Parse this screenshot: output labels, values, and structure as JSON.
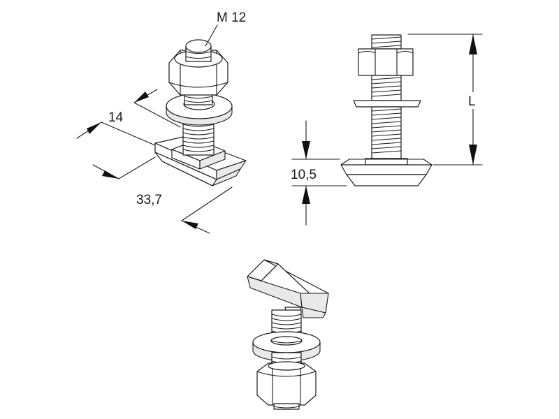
{
  "dimensions": {
    "thread": "M 12",
    "width": "14",
    "length": "33,7",
    "head_height": "10,5",
    "bolt_length": "L"
  },
  "views": {
    "isometric_top": "isometric-view-top",
    "side": "side-view",
    "isometric_bottom": "isometric-view-bottom"
  },
  "colors": {
    "line": "#1a1a1a",
    "shade": "#e9e9e9",
    "background": "#ffffff"
  }
}
